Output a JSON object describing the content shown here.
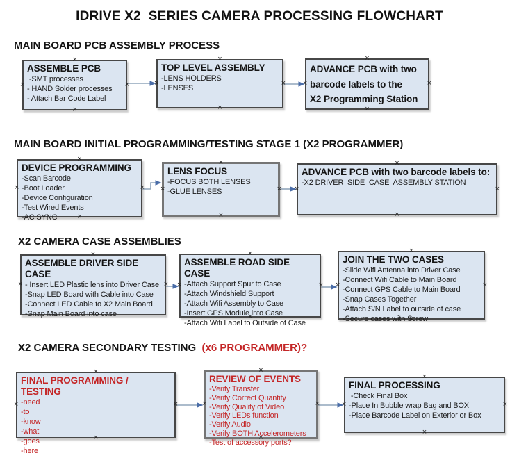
{
  "title": "IDRIVE X2  SERIES CAMERA PROCESSING FLOWCHART",
  "colors": {
    "red_text": "#c42627",
    "box_fill": "#dbe5f1",
    "box_border": "#474747",
    "arrow_line": "#90a5bb",
    "arrow_head": "#4a6da8"
  },
  "sections": [
    {
      "heading": "MAIN BOARD PCB ASSEMBLY PROCESS",
      "heading_red": "",
      "boxes": [
        {
          "id": "assemble-pcb",
          "title": "ASSEMBLE PCB",
          "items": [
            " -SMT processes",
            "- HAND Solder processes",
            "- Attach Bar Code Label"
          ]
        },
        {
          "id": "top-level-assembly",
          "title": "TOP LEVEL ASSEMBLY",
          "items": [
            "-LENS HOLDERS",
            "-LENSES"
          ]
        },
        {
          "id": "advance-pcb-programming-station",
          "title": "ADVANCE PCB with two barcode labels to the\n X2 Programming Station",
          "items": []
        }
      ]
    },
    {
      "heading": "MAIN BOARD INITIAL PROGRAMMING/TESTING STAGE 1 (X2 PROGRAMMER)",
      "heading_red": "",
      "boxes": [
        {
          "id": "device-programming",
          "title": "DEVICE PROGRAMMING",
          "items": [
            "-Scan Barcode",
            "-Boot Loader",
            "-Device Configuration",
            "-Test Wired Events",
            "-AC SYNC"
          ]
        },
        {
          "id": "lens-focus",
          "title": "LENS FOCUS",
          "items": [
            "-FOCUS BOTH LENSES",
            "-GLUE LENSES"
          ]
        },
        {
          "id": "advance-pcb-driver-side",
          "title": "ADVANCE PCB with two barcode labels to:",
          "items": [
            "-X2 DRIVER  SIDE  CASE  ASSEMBLY STATION"
          ]
        }
      ]
    },
    {
      "heading": "X2 CAMERA CASE ASSEMBLIES",
      "heading_red": "",
      "boxes": [
        {
          "id": "assemble-driver-side-case",
          "title": "ASSEMBLE DRIVER SIDE CASE",
          "items": [
            "- Insert LED Plastic lens into Driver Case",
            "-Snap LED Board with Cable into Case",
            "-Connect LED Cable to X2 Main Board",
            "-Snap Main Board into case"
          ]
        },
        {
          "id": "assemble-road-side-case",
          "title": "ASSEMBLE ROAD SIDE CASE",
          "items": [
            "-Attach Support Spur to Case",
            "-Attach Windshield Support",
            "-Attach Wifi Assembly to Case",
            "-Insert GPS Module into Case",
            "-Attach Wifi Label to Outside of Case"
          ]
        },
        {
          "id": "join-the-two-cases",
          "title": "JOIN THE TWO CASES",
          "items": [
            "-Slide Wifi Antenna into Driver Case",
            "-Connect Wifi Cable to Main Board",
            "-Connect GPS Cable to Main Board",
            "-Snap Cases Together",
            "-Attach S/N Label to outside of case",
            "-Secure cases with Screw"
          ]
        }
      ]
    },
    {
      "heading": "X2 CAMERA SECONDARY TESTING  ",
      "heading_red": "(x6 PROGRAMMER)?",
      "boxes": [
        {
          "id": "final-programming-testing",
          "title": "FINAL PROGRAMMING / TESTING",
          "color": "red",
          "items": [
            "-need",
            "-to",
            "-know",
            "-what",
            "-goes",
            "-here"
          ]
        },
        {
          "id": "review-of-events",
          "title": "REVIEW OF EVENTS",
          "color": "red",
          "items": [
            "-Verify Transfer",
            "-Verify Correct Quantity",
            "-Verify Quality of Video",
            "-Verify LEDs function",
            "-Verify Audio",
            "-Verify BOTH Accelerometers",
            "-Test of accessory ports?"
          ]
        },
        {
          "id": "final-processing",
          "title": "FINAL PROCESSING",
          "items": [
            " -Check Final Box",
            "-Place In Bubble wrap Bag and BOX",
            "-Place Barcode Label on Exterior or Box"
          ]
        }
      ]
    }
  ]
}
